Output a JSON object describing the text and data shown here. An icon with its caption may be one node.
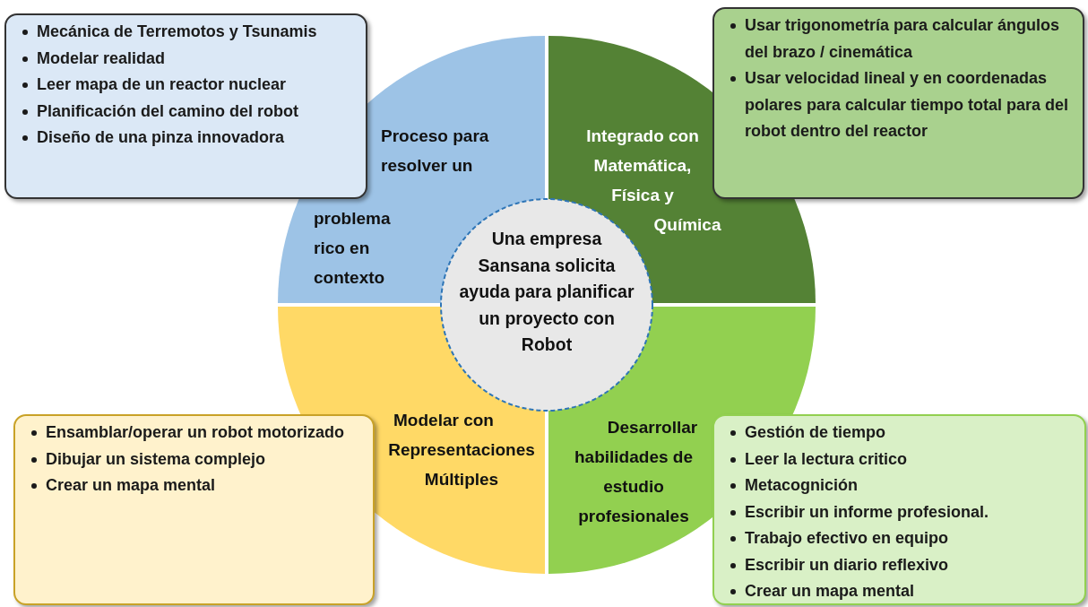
{
  "diagram": {
    "nodes": [
      {
        "text": [
          "Mecánica de Terremotos y Tsunamis",
          "Modelar realidad",
          "Leer mapa de un reactor nuclear",
          "Planificación del camino del robot",
          "Diseño de una pinza innovadora"
        ]
      },
      {
        "text": [
          "Usar trigonometría para calcular ángulos del brazo / cinemática",
          "Usar velocidad lineal y en coordenadas polares para calcular tiempo total para del robot dentro del reactor"
        ]
      },
      {
        "text": [
          "Proceso para resolver un problema rico en contexto"
        ]
      },
      {
        "text": [
          "Integrado con Matemática, Física y Química"
        ]
      },
      {
        "text": [
          "Una empresa Sansana solicita ayuda para planificar un proyecto con Robot"
        ]
      },
      {
        "text": [
          "Modelar con Representaciones Múltiples"
        ]
      },
      {
        "text": [
          "Desarrollar habilidades de estudio profesionales"
        ]
      },
      {
        "text": [
          "Ensamblar/operar un robot motorizado",
          "Dibujar un sistema complejo",
          "Crear un mapa mental"
        ]
      },
      {
        "text": [
          "Gestión de tiempo",
          "Leer la lectura critico",
          "Metacognición",
          "Escribir un informe profesional.",
          "Trabajo efectivo en equipo",
          "Escribir un diario reflexivo",
          "Crear un mapa mental"
        ]
      }
    ]
  }
}
